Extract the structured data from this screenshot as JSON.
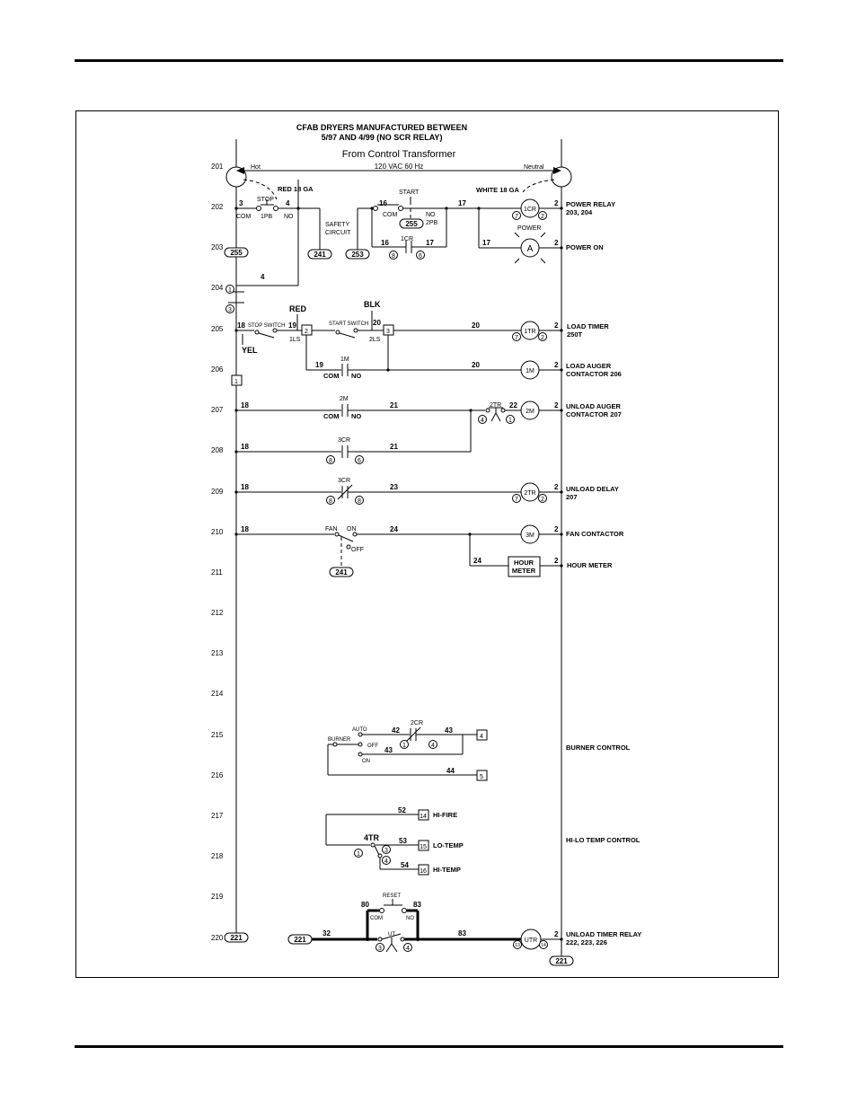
{
  "title": {
    "line1": "CFAB DRYERS MANUFACTURED BETWEEN",
    "line2": "5/97 AND 4/99 (NO SCR RELAY)"
  },
  "source": {
    "label": "From Control Transformer",
    "voltage": "120 VAC 60 Hz",
    "hot": "Hot",
    "neutral": "Neutral",
    "hot_gauge": "RED 18 GA",
    "neutral_gauge": "WHITE 18 GA"
  },
  "line_numbers": [
    "201",
    "202",
    "203",
    "204",
    "205",
    "206",
    "207",
    "208",
    "209",
    "210",
    "211",
    "212",
    "213",
    "214",
    "215",
    "216",
    "217",
    "218",
    "219",
    "220"
  ],
  "descriptions": {
    "power_relay_1": "POWER RELAY",
    "power_relay_2": "203, 204",
    "power_on": "POWER ON",
    "load_timer_1": "LOAD TIMER",
    "load_timer_2": "250T",
    "load_auger_1": "LOAD AUGER",
    "load_auger_2": "CONTACTOR 206",
    "unload_auger_1": "UNLOAD AUGER",
    "unload_auger_2": "CONTACTOR 207",
    "unload_delay_1": "UNLOAD DELAY",
    "unload_delay_2": "207",
    "fan_contactor": "FAN CONTACTOR",
    "hour_meter": "HOUR METER",
    "burner_control": "BURNER CONTROL",
    "hilo_temp": "HI-LO TEMP CONTROL",
    "unload_timer_relay_1": "UNLOAD TIMER RELAY",
    "unload_timer_relay_2": "222, 223, 226"
  },
  "wires": {
    "w2": "2",
    "w3": "3",
    "w4": "4",
    "w16": "16",
    "w17": "17",
    "w18": "18",
    "w19": "19",
    "w20": "20",
    "w21": "21",
    "w22": "22",
    "w23": "23",
    "w24": "24",
    "w32": "32",
    "w42": "42",
    "w43": "43",
    "w44": "44",
    "w52": "52",
    "w53": "53",
    "w54": "54",
    "w80": "80",
    "w83": "83"
  },
  "devices": {
    "stop": "STOP",
    "pb1": "1PB",
    "com": "COM",
    "no": "NO",
    "start": "START",
    "pb2": "2PB",
    "safety_1": "SAFETY",
    "safety_2": "CIRCUIT",
    "cr1": "1CR",
    "power": "POWER",
    "lamp": "A",
    "red": "RED",
    "blk": "BLK",
    "yel": "YEL",
    "stop_switch": "STOP SWITCH",
    "start_switch": "START SWITCH",
    "ls1": "1LS",
    "ls2": "2LS",
    "tr1": "1TR",
    "m1": "1M",
    "m2": "2M",
    "m3": "3M",
    "tr2": "2TR",
    "cr3": "3CR",
    "fan": "FAN",
    "on": "ON",
    "off": "OFF",
    "hour_meter_1": "HOUR",
    "hour_meter_2": "METER",
    "cr2": "2CR",
    "auto": "AUTO",
    "burner": "BURNER",
    "hi_fire": "HI-FIRE",
    "lo_temp": "LO-TEMP",
    "hi_temp": "HI-TEMP",
    "tr4": "4TR",
    "reset": "RESET",
    "ut": "UT",
    "utr": "UTR"
  },
  "refs": {
    "r255": "255",
    "r241": "241",
    "r253": "253",
    "r221": "221",
    "c1": "1",
    "c2": "2",
    "c3": "3",
    "c4": "4",
    "c5": "5",
    "c6": "6",
    "c7": "7",
    "c8": "8",
    "c13": "13",
    "c14": "14",
    "t1": "1",
    "t2": "2",
    "t3": "3",
    "t4": "4",
    "t5": "5",
    "t14": "14",
    "t15": "15",
    "t16": "16"
  }
}
